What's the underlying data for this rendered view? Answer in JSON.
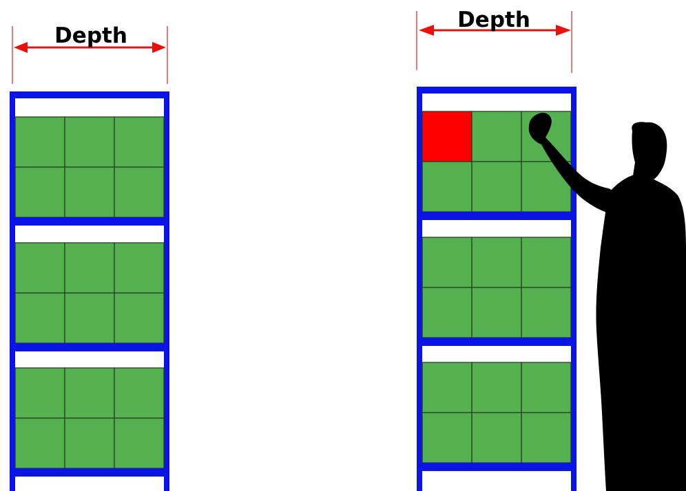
{
  "diagrams": [
    {
      "name": "left-rack",
      "depth_label": "Depth",
      "shelf_count": 3,
      "bin_columns": 3,
      "bin_rows_per_shelf": 2,
      "highlighted_bins": [],
      "has_person": false
    },
    {
      "name": "right-rack",
      "depth_label": "Depth",
      "shelf_count": 3,
      "bin_columns": 3,
      "bin_rows_per_shelf": 2,
      "highlighted_bins": [
        {
          "shelf": 1,
          "row": 1,
          "col": 1
        }
      ],
      "has_person": true
    }
  ],
  "colors": {
    "frame": "#0a14e6",
    "bin": "#55b04f",
    "bin_border": "#1e3a1c",
    "highlight": "#ff0000",
    "arrow": "#e8100c",
    "dim_line": "#e05050",
    "person": "#000000",
    "label": "#000000"
  }
}
